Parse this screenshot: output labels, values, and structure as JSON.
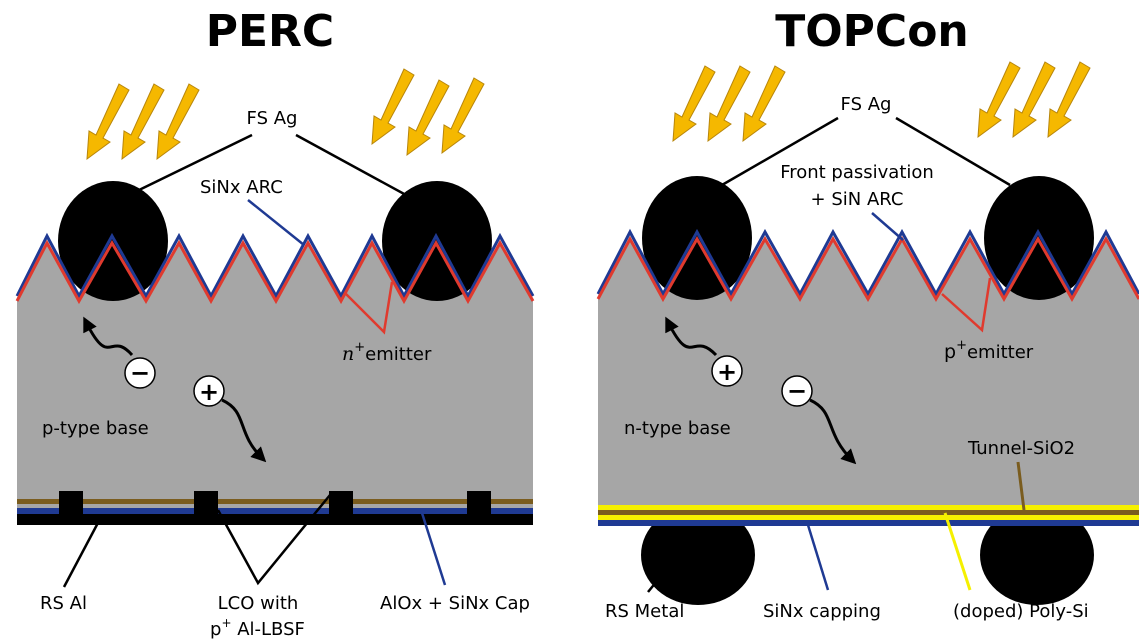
{
  "perc": {
    "title": "PERC",
    "fs_ag": "FS Ag",
    "arc": "SiNx ARC",
    "emitter": "emitter",
    "emitter_math": "n",
    "emitter_sup": "+",
    "base": "p-type base",
    "minus": "−",
    "plus": "+",
    "rs": "RS Al",
    "lco_line1": "LCO with",
    "lco_line2_p": "p",
    "lco_line2_sup": "+",
    "lco_line2_rest": " Al-LBSF",
    "passivation": "AlOx + SiNx Cap"
  },
  "topcon": {
    "title": "TOPCon",
    "fs_ag": "FS Ag",
    "front_line1": "Front passivation",
    "front_line2": "+ SiN ARC",
    "emitter": "emitter",
    "emitter_p": "p",
    "emitter_sup": "+",
    "base": "n-type base",
    "plus": "+",
    "minus": "−",
    "tunnel": "Tunnel-SiO2",
    "rs": "RS Metal",
    "capping": "SiNx capping",
    "polysi": "(doped) Poly-Si"
  },
  "colors": {
    "silicon": "#a6a6a6",
    "sun_arrow": "#f5b800",
    "sun_arrow_edge": "#b8860b",
    "arc_blue": "#1f3a93",
    "emitter_red": "#e03a2e",
    "contact": "#000000",
    "brown_layer": "#7a5c1e",
    "poly_yellow": "#f5f000",
    "capping_blue": "#1f3a93"
  },
  "icons": [
    "sun-arrow-icon",
    "minus-charge-icon",
    "plus-charge-icon",
    "carrier-path-icon"
  ]
}
